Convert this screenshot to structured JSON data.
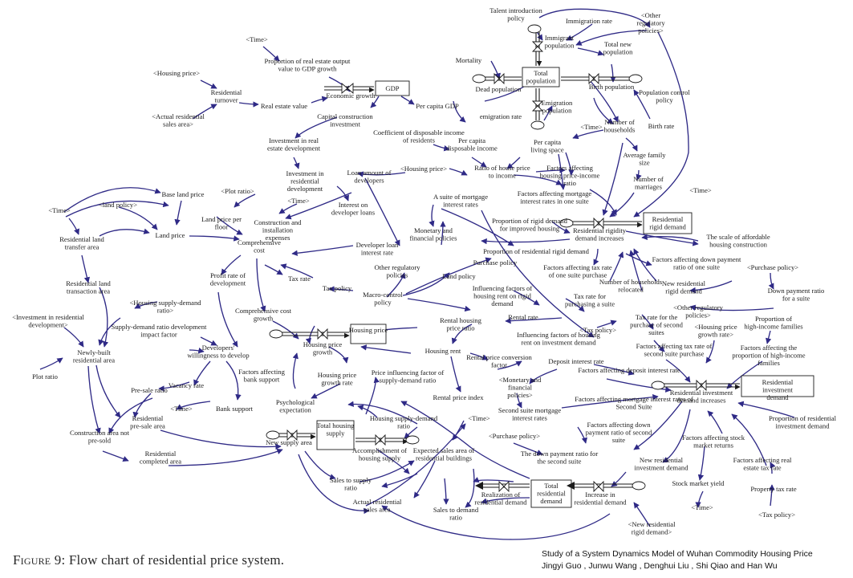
{
  "caption": {
    "figure_word": "Figure",
    "figure_number": "9:",
    "text": "Flow chart of residential price system."
  },
  "credits": {
    "title": "Study of a System Dynamics Model of Wuhan Commodity Housing Price",
    "authors": "Jingyi Guo , Junwu Wang , Denghui Liu , Shi Qiao and Han Wu"
  },
  "stocks": {
    "gdp": "GDP",
    "total_population": "Total population",
    "residential_rigid_demand": "Residential rigid demand",
    "housing_price": "Housing price",
    "residential_investment_demand": "Residential investment demand",
    "total_housing_supply": "Total housing supply",
    "total_residential_demand": "Total residential demand"
  },
  "variables": {
    "talent_introduction_policy": "Talent introduction policy",
    "immigration_rate": "Immigration rate",
    "other_regulatory_policies_top": "<Other regulatory policies>",
    "immigrant_population": "Immigrant population",
    "total_new_population": "Total new population",
    "mortality": "Mortality",
    "dead_population": "Dead population",
    "birth_population": "Birth population",
    "population_control_policy": "Population control policy",
    "emigration_population": "Emigration population",
    "emigration_rate": "emigration rate",
    "time_1": "<Time>",
    "proportion_real_estate_gdp": "Proportion of real estate output value to GDP growth",
    "housing_price_ref": "<Housing price>",
    "residential_turnover": "Residential turnover",
    "real_estate_value": "Real estate value",
    "economic_growth": "Economic growth",
    "per_capita_gdp": "Per capita GDP",
    "actual_residential_sales_area_ref": "<Actual residential sales area>",
    "capital_construction_investment": "Capital construction investment",
    "coefficient_disposable_income": "Coefficient of disposable income of residents",
    "per_capita_disposable_income": "Per capita disposable income",
    "per_capita_living_space": "Per capita living space",
    "time_2": "<Time>",
    "number_of_households": "Number of households",
    "birth_rate": "Birth rate",
    "average_family_size": "Average family size",
    "investment_real_estate_dev": "Investment in real estate development",
    "investment_residential_dev": "Investment in residential development",
    "loan_amount_developers": "Loan amount of developers",
    "housing_price_ref_2": "<Housing price>",
    "ratio_house_price_income": "Ratio of house price to income",
    "factors_price_income_ratio": "Factors affecting housing price-income ratio",
    "number_of_marriages": "Number of marriages",
    "plot_ratio_ref": "<Plot ratio>",
    "time_3": "<Time>",
    "base_land_price": "Base land price",
    "land_policy_ref": "<land policy>",
    "time_4": "<Time>",
    "factors_mortgage_rates": "Factors affecting mortgage interest rates in one suite",
    "suite_mortgage_rates": "A suite of mortgage interest rates",
    "interest_developer_loans": "Interest on developer loans",
    "time_5": "<Time>",
    "land_price_per_floor": "Land price per floor",
    "construction_installation_expenses": "Construction and installation expenses",
    "land_price": "Land price",
    "residential_land_transfer_area": "Residential land transfer area",
    "comprehensive_cost": "Comprehensive cost",
    "developer_loan_interest_rate": "Developer loan interest rate",
    "monetary_financial_policies": "Monetary and financial policies",
    "proportion_rigid_demand_improved": "Proportion of rigid demand for improved housing",
    "residential_rigidity_increases": "Residential rigidity demand increases",
    "scale_affordable_housing": "The scale of affordable housing construction",
    "proportion_residential_rigid": "Proportion of residential rigid demand",
    "factors_tax_rate_one_suite": "Factors affecting tax rate of one suite purchase",
    "factors_down_payment_one": "Factors affecting down payment ratio of one suite",
    "purchase_policy_ref": "<Purchase policy>",
    "profit_rate_development": "Profit rate of development",
    "other_regulatory_policies": "Other regulatory policies",
    "purchase_policy": "Purchase policy",
    "land_policy": "Land policy",
    "number_households_relocated": "Number of households relocated",
    "new_residential_rigid_demand": "New residential rigid demand",
    "down_payment_ratio_suite": "Down payment ratio for a suite",
    "residential_land_transaction_area": "Residential land transaction area",
    "tax_rate": "Tax rate",
    "tax_policy": "Tax policy",
    "macro_control_policy": "Macro-control policy",
    "influencing_rent_rigid": "Influencing factors of housing rent on rigid demand",
    "tax_rate_purchasing_suite": "Tax rate for purchasing a suite",
    "other_regulatory_policies_ref": "<Other regulatory policies>",
    "housing_supply_demand_ratio_ref": "<Housing supply-demand ratio>",
    "comprehensive_cost_growth": "Comprehensive cost growth",
    "rental_rate": "Rental rate",
    "tax_policy_ref": "<Tax policy>",
    "tax_rate_second_suites": "Tax rate for the purchase of second suites",
    "housing_price_growth_rate_ref": "<Housing price growth rate>",
    "proportion_high_income": "Proportion of high-income families",
    "investment_residential_dev_ref": "<Investment in residential development>",
    "supply_demand_ratio_impact": "Supply-demand ratio development impact factor",
    "rental_housing_price_ratio": "Rental housing price ratio",
    "influencing_rent_investment": "Influencing factors of housing rent on investment demand",
    "factors_tax_second_suite": "Factors affecting tax rate of second suite purchase",
    "factors_high_income": "Factors affecting the proportion of high-income families",
    "newly_built_residential_area": "Newly-built residential area",
    "developers_willingness": "Developers' willingness to develop",
    "housing_price_growth": "Housing price growth",
    "housing_rent": "Housing rent",
    "rental_price_conversion": "Rental price conversion factor",
    "deposit_interest_rate": "Deposit interest rate",
    "factors_deposit_rate": "Factors affecting deposit interest rate",
    "plot_ratio": "Plot ratio",
    "vacancy_rate": "Vacancy rate",
    "factors_bank_support": "Factors affecting bank support",
    "housing_price_growth_rate": "Housing price growth rate",
    "price_influencing_supply_demand": "Price influencing factor of supply-demand ratio",
    "monetary_financial_ref": "<Monetary and financial policies>",
    "pre_sale_ratio": "Pre-sale ratio",
    "time_6": "<Time>",
    "bank_support": "Bank support",
    "psychological_expectation": "Psychological expectation",
    "rental_price_index": "Rental price index",
    "factors_mortgage_second": "Factors affecting mortgage interest rates of Second Suite",
    "residential_investment_increases": "Residential investment demand increases",
    "second_suite_mortgage": "Second suite mortgage interest rates",
    "residential_pre_sale_area": "Residential pre-sale area",
    "time_7": "<Time>",
    "housing_supply_demand_ratio": "Housing supply-demand ratio",
    "proportion_residential_investment": "Proportion of residential investment demand",
    "construction_not_pre_sold": "Construction area not pre-sold",
    "new_supply_area": "New supply area",
    "accomplishment_housing_supply": "Accomplishment of housing supply",
    "purchase_policy_ref_2": "<Purchase policy>",
    "factors_down_payment_second": "Factors affecting down payment ratio of second suite",
    "factors_stock_market": "Factors affecting stock market returns",
    "expected_sales_area": "Expected sales area of residential buildings",
    "down_payment_second": "The down payment ratio for the second suite",
    "residential_completed_area": "Residential completed area",
    "new_residential_investment_demand": "New residential investment demand",
    "factors_real_estate_tax": "Factors affecting real estate tax rate",
    "sales_supply_ratio": "Sales to supply ratio",
    "stock_market_yield": "Stock market yield",
    "property_tax_rate": "Property tax rate",
    "realization_residential_demand": "Realization of residential demand",
    "increase_residential_demand": "Increase in residential demand",
    "actual_residential_sales_area": "Actual residential sales area",
    "sales_demand_ratio": "Sales to demand ratio",
    "time_8": "<Time>",
    "tax_policy_ref_2": "<Tax policy>",
    "new_residential_rigid_ref": "<New residential rigid demand>"
  }
}
